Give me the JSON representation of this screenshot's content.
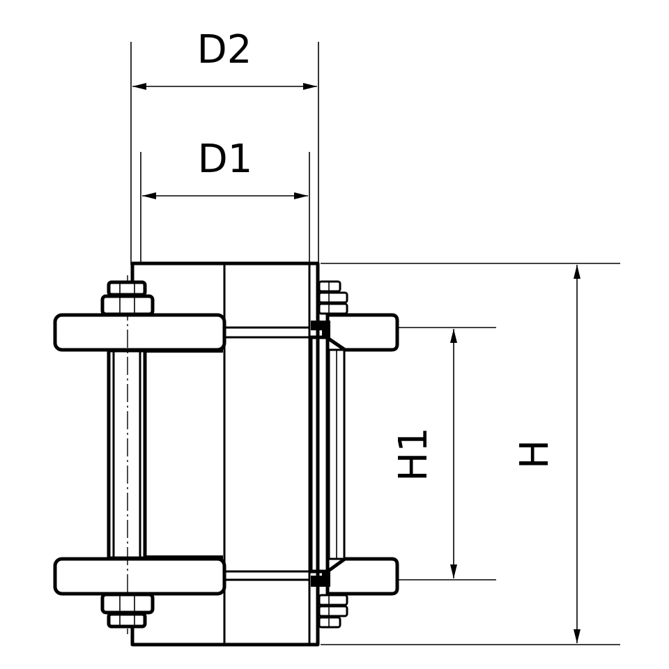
{
  "diagram": {
    "labels": {
      "d2": "D2",
      "d1": "D1",
      "h1": "H1",
      "h": "H"
    }
  }
}
